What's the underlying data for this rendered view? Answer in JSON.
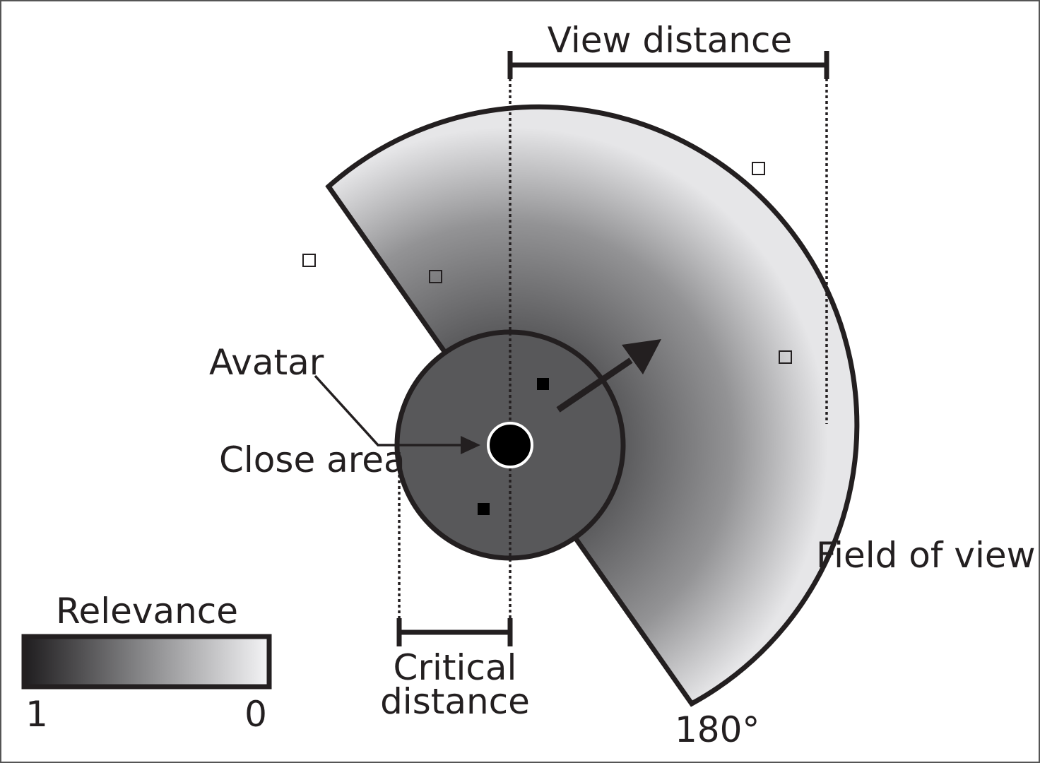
{
  "labels": {
    "view_distance": "View distance",
    "avatar": "Avatar",
    "close_area": "Close area",
    "field_of_view": "Field of view",
    "critical_distance_line1": "Critical",
    "critical_distance_line2": "distance",
    "angle": "180°",
    "relevance_title": "Relevance",
    "relevance_min": "1",
    "relevance_max": "0"
  },
  "colors": {
    "stroke": "#231f20",
    "close_area_fill": "#58585a",
    "gradient_dark": "#232123",
    "gradient_mid": "#808082",
    "gradient_light": "#eeeef0"
  }
}
